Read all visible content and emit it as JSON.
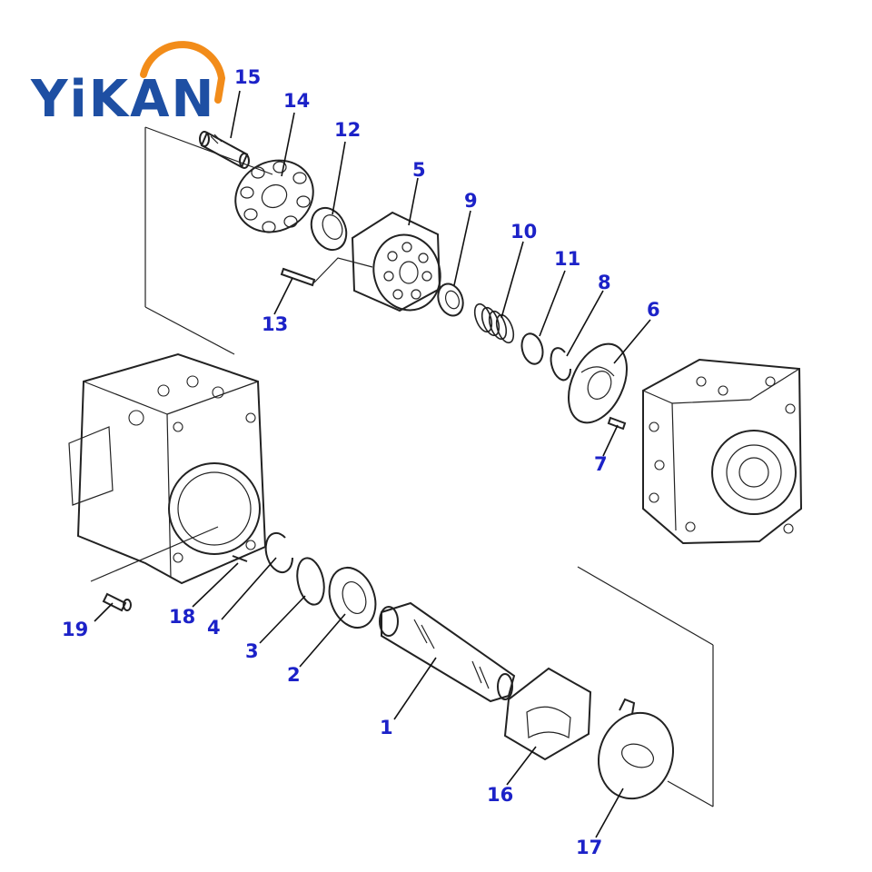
{
  "logo": {
    "text": "YiKAN",
    "color": "#1e4fa3",
    "arc_color": "#f28c1a"
  },
  "label_color": "#1c22c8",
  "callouts": [
    {
      "id": "c15",
      "text": "15"
    },
    {
      "id": "c14",
      "text": "14"
    },
    {
      "id": "c12",
      "text": "12"
    },
    {
      "id": "c5",
      "text": "5"
    },
    {
      "id": "c9",
      "text": "9"
    },
    {
      "id": "c10",
      "text": "10"
    },
    {
      "id": "c11",
      "text": "11"
    },
    {
      "id": "c8",
      "text": "8"
    },
    {
      "id": "c6",
      "text": "6"
    },
    {
      "id": "c13",
      "text": "13"
    },
    {
      "id": "c7",
      "text": "7"
    },
    {
      "id": "c19",
      "text": "19"
    },
    {
      "id": "c18",
      "text": "18"
    },
    {
      "id": "c4",
      "text": "4"
    },
    {
      "id": "c3",
      "text": "3"
    },
    {
      "id": "c2",
      "text": "2"
    },
    {
      "id": "c1",
      "text": "1"
    },
    {
      "id": "c16",
      "text": "16"
    },
    {
      "id": "c17",
      "text": "17"
    }
  ]
}
